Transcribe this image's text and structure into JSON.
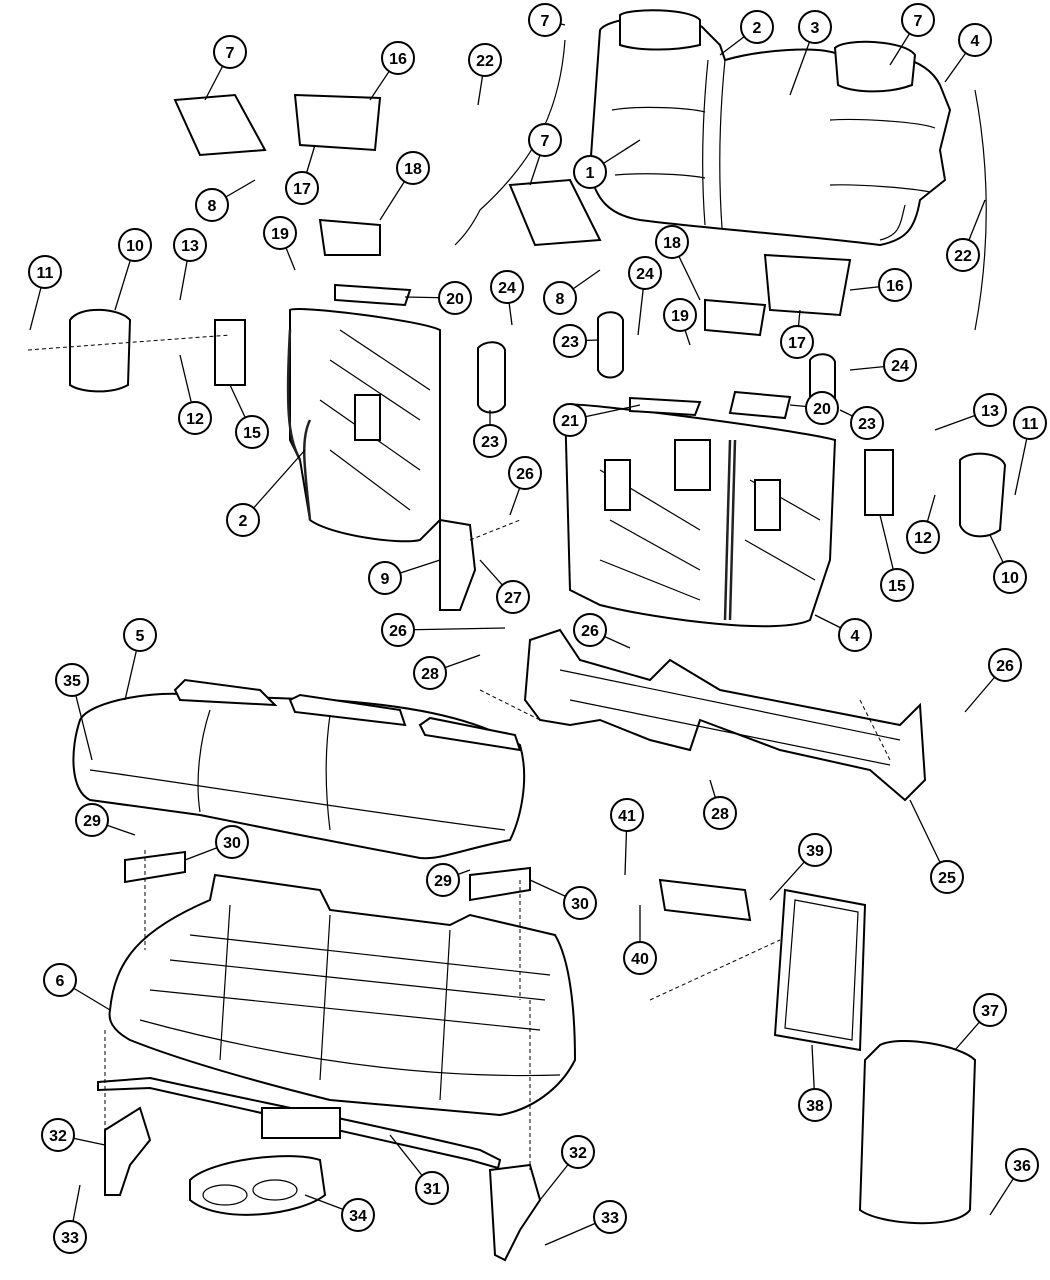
{
  "diagram": {
    "callouts": [
      {
        "id": "1",
        "label": "1"
      },
      {
        "id": "2a",
        "label": "2"
      },
      {
        "id": "2b",
        "label": "2"
      },
      {
        "id": "3",
        "label": "3"
      },
      {
        "id": "4a",
        "label": "4"
      },
      {
        "id": "4b",
        "label": "4"
      },
      {
        "id": "5",
        "label": "5"
      },
      {
        "id": "6",
        "label": "6"
      },
      {
        "id": "7a",
        "label": "7"
      },
      {
        "id": "7b",
        "label": "7"
      },
      {
        "id": "7c",
        "label": "7"
      },
      {
        "id": "7d",
        "label": "7"
      },
      {
        "id": "8a",
        "label": "8"
      },
      {
        "id": "8b",
        "label": "8"
      },
      {
        "id": "9",
        "label": "9"
      },
      {
        "id": "10a",
        "label": "10"
      },
      {
        "id": "10b",
        "label": "10"
      },
      {
        "id": "11a",
        "label": "11"
      },
      {
        "id": "11b",
        "label": "11"
      },
      {
        "id": "12a",
        "label": "12"
      },
      {
        "id": "12b",
        "label": "12"
      },
      {
        "id": "13a",
        "label": "13"
      },
      {
        "id": "13b",
        "label": "13"
      },
      {
        "id": "15a",
        "label": "15"
      },
      {
        "id": "15b",
        "label": "15"
      },
      {
        "id": "16a",
        "label": "16"
      },
      {
        "id": "16b",
        "label": "16"
      },
      {
        "id": "17a",
        "label": "17"
      },
      {
        "id": "17b",
        "label": "17"
      },
      {
        "id": "18a",
        "label": "18"
      },
      {
        "id": "18b",
        "label": "18"
      },
      {
        "id": "19a",
        "label": "19"
      },
      {
        "id": "19b",
        "label": "19"
      },
      {
        "id": "20a",
        "label": "20"
      },
      {
        "id": "20b",
        "label": "20"
      },
      {
        "id": "21",
        "label": "21"
      },
      {
        "id": "22a",
        "label": "22"
      },
      {
        "id": "22b",
        "label": "22"
      },
      {
        "id": "23a",
        "label": "23"
      },
      {
        "id": "23b",
        "label": "23"
      },
      {
        "id": "23c",
        "label": "23"
      },
      {
        "id": "24a",
        "label": "24"
      },
      {
        "id": "24b",
        "label": "24"
      },
      {
        "id": "24c",
        "label": "24"
      },
      {
        "id": "25",
        "label": "25"
      },
      {
        "id": "26a",
        "label": "26"
      },
      {
        "id": "26b",
        "label": "26"
      },
      {
        "id": "26c",
        "label": "26"
      },
      {
        "id": "26d",
        "label": "26"
      },
      {
        "id": "27",
        "label": "27"
      },
      {
        "id": "28a",
        "label": "28"
      },
      {
        "id": "28b",
        "label": "28"
      },
      {
        "id": "29a",
        "label": "29"
      },
      {
        "id": "29b",
        "label": "29"
      },
      {
        "id": "30a",
        "label": "30"
      },
      {
        "id": "30b",
        "label": "30"
      },
      {
        "id": "31",
        "label": "31"
      },
      {
        "id": "32a",
        "label": "32"
      },
      {
        "id": "32b",
        "label": "32"
      },
      {
        "id": "33a",
        "label": "33"
      },
      {
        "id": "33b",
        "label": "33"
      },
      {
        "id": "34",
        "label": "34"
      },
      {
        "id": "35",
        "label": "35"
      },
      {
        "id": "36",
        "label": "36"
      },
      {
        "id": "37",
        "label": "37"
      },
      {
        "id": "38",
        "label": "38"
      },
      {
        "id": "39",
        "label": "39"
      },
      {
        "id": "40",
        "label": "40"
      },
      {
        "id": "41",
        "label": "41"
      }
    ]
  }
}
